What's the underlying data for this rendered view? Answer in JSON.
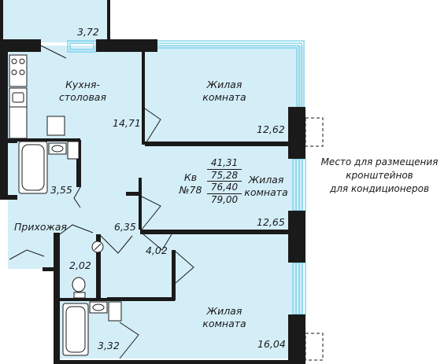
{
  "rooms": {
    "balcony": {
      "area": "3,72"
    },
    "kitchen": {
      "name_line1": "Кухня-",
      "name_line2": "столовая",
      "area": "14,71"
    },
    "living_top": {
      "name_line1": "Жилая",
      "name_line2": "комната",
      "area": "12,62"
    },
    "living_middle": {
      "name_line1": "Жилая",
      "name_line2": "комната",
      "area": "12,65"
    },
    "living_bottom": {
      "name_line1": "Жилая",
      "name_line2": "комната",
      "area": "16,04"
    },
    "bathroom_main": {
      "area": "3,55"
    },
    "hallway": {
      "name": "Прихожая",
      "area": "6,35"
    },
    "corridor": {
      "area": "4,02"
    },
    "toilet": {
      "area": "2,02"
    },
    "bathroom_small": {
      "area": "3,32"
    }
  },
  "apartment": {
    "label_line1": "Кв",
    "label_line2": "№78",
    "areas": [
      "41,31",
      "75,28",
      "76,40",
      "79,00"
    ]
  },
  "note": {
    "line1": "Место для размещения",
    "line2": "кронштейнов",
    "line3": "для кондиционеров"
  },
  "colors": {
    "room_fill": "#d4eef8",
    "wall": "#1a1a1a",
    "window": "#6fd0e8"
  }
}
